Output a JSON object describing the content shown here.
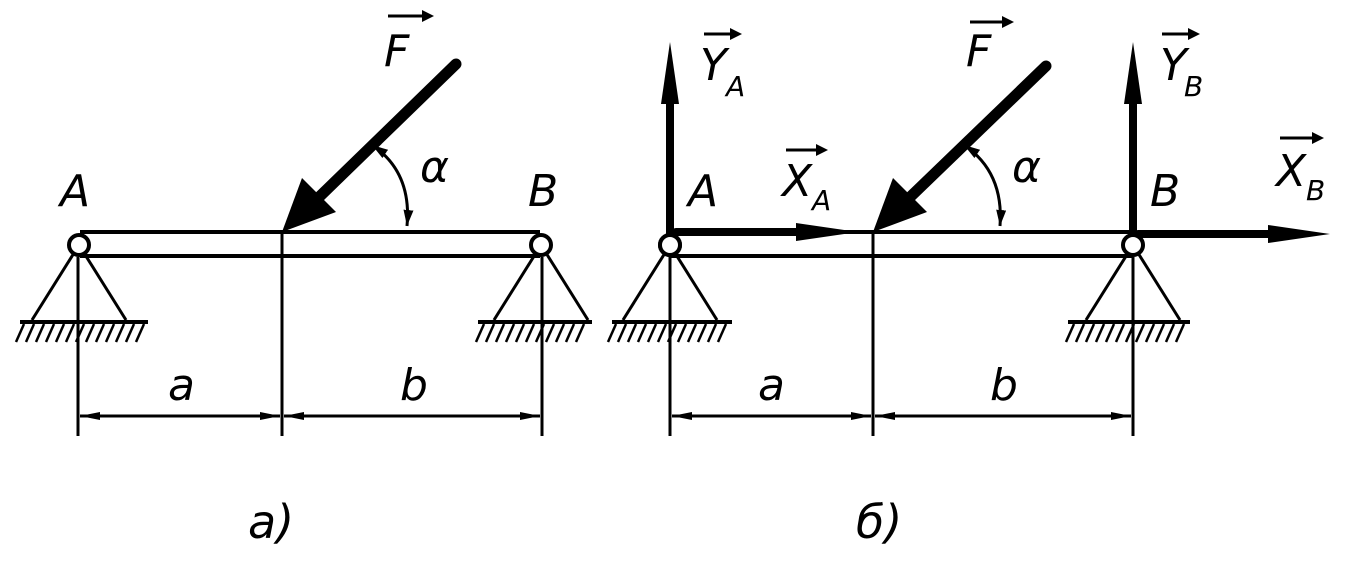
{
  "diagram_a": {
    "point_a": "A",
    "point_b": "B",
    "force": "F",
    "angle": "α",
    "dim_a": "a",
    "dim_b": "b",
    "caption": "а)"
  },
  "diagram_b": {
    "point_a": "A",
    "point_b": "B",
    "force": "F",
    "angle": "α",
    "y_a": "Y",
    "y_a_sub": "A",
    "x_a": "X",
    "x_a_sub": "A",
    "y_b": "Y",
    "y_b_sub": "B",
    "x_b": "X",
    "x_b_sub": "B",
    "dim_a": "a",
    "dim_b": "b",
    "caption": "б)"
  }
}
